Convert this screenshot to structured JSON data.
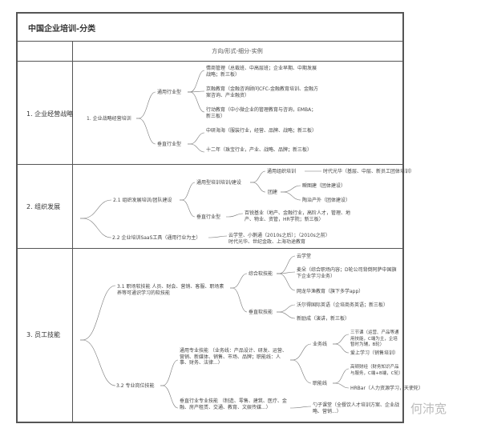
{
  "title": "中国企业培训-分类",
  "header": "方向/形式-细分-实例",
  "sections": [
    {
      "label": "1. 企业经营战略",
      "root": "1. 企业战略经营培训",
      "general": "通用行业型",
      "vertical": "垂直行业型",
      "items": [
        "情商管理（总裁班、中高层班；企业早期、中期发展战略；新三板）",
        "京融教育（金融咨询顾问CFC-金融教育培训、金融方案咨询、产业融资）",
        "行动教育（中小微企业的管理教育与咨询，EMBA；新三板）",
        "中研海海（服装行业，经营、品牌、战略；新三板）",
        "十二年（珠宝行业，产业、战略、品牌；新三板）"
      ]
    },
    {
      "label": "2. 组织发展",
      "n21": "2.1 组织发展培训/团队建设",
      "general": "通用型培训培训/建设",
      "org": "通用组织培训",
      "org_ex": "时代光华（基层、中层、新员工团体培训）",
      "team": "团建",
      "team1": "瞬图建（团体建设）",
      "team2": "陶治产外（团体建设）",
      "vertical": "垂直行业型",
      "vert_ex": "百锐基业（地产、金融行业，高阶人才，管理、地产、物业、资管，HR学院；新三板）",
      "n22": "2.2 企业培训SaaS工具（通用行业为主）",
      "n22_ex": "云学堂、小鹅通（2010s之后）；（2010s之前）时代光华、世纪金政、上海功途教育"
    },
    {
      "label": "3. 员工技能",
      "n31": "3.1 职场软技能 人员、财会、营销、客服、职场素养等可通识学习的软技能",
      "soft": "综合软技能",
      "soft_items": [
        "云学堂",
        "麦朵（综合职场内容；D轮公司背倒阿萨中国旗下企业学习业务）",
        "网龙华渔教育（旗下多学app）"
      ],
      "vsoft": "垂直软技能",
      "vsoft_items": [
        "沃尔得国际英语（企培商务英语；新三板）",
        "新励成（演讲，新三板）"
      ],
      "n32": "3.2 专业岗位技能",
      "gen_pro": "通用专业技能 （业务线：产品设计、研发、运营、营销、新媒体、销售、市场、品牌；职能线：人事、财务、法律...）",
      "biz": "业务线",
      "biz_items": [
        "三节课（运营、产品等通用技能，C端为主，企培暂时为辅，B轮）",
        "爱上学习（销售培训）"
      ],
      "func": "职能线",
      "func_items": [
        "高顿财经（财务知识产品与服务，C端+B端，C轮）",
        "HRBar（人力资源学习，天使轮）"
      ],
      "vert_pro": "垂直行业专业技能 （制造、零售、建筑、医疗、金融、房产租赁、交通、教育、文娱传媒...）",
      "vert_ex": "勺子课堂（全餐饮人才培训方案、企业战略、营销...）"
    }
  ],
  "watermark": "何沛宽"
}
